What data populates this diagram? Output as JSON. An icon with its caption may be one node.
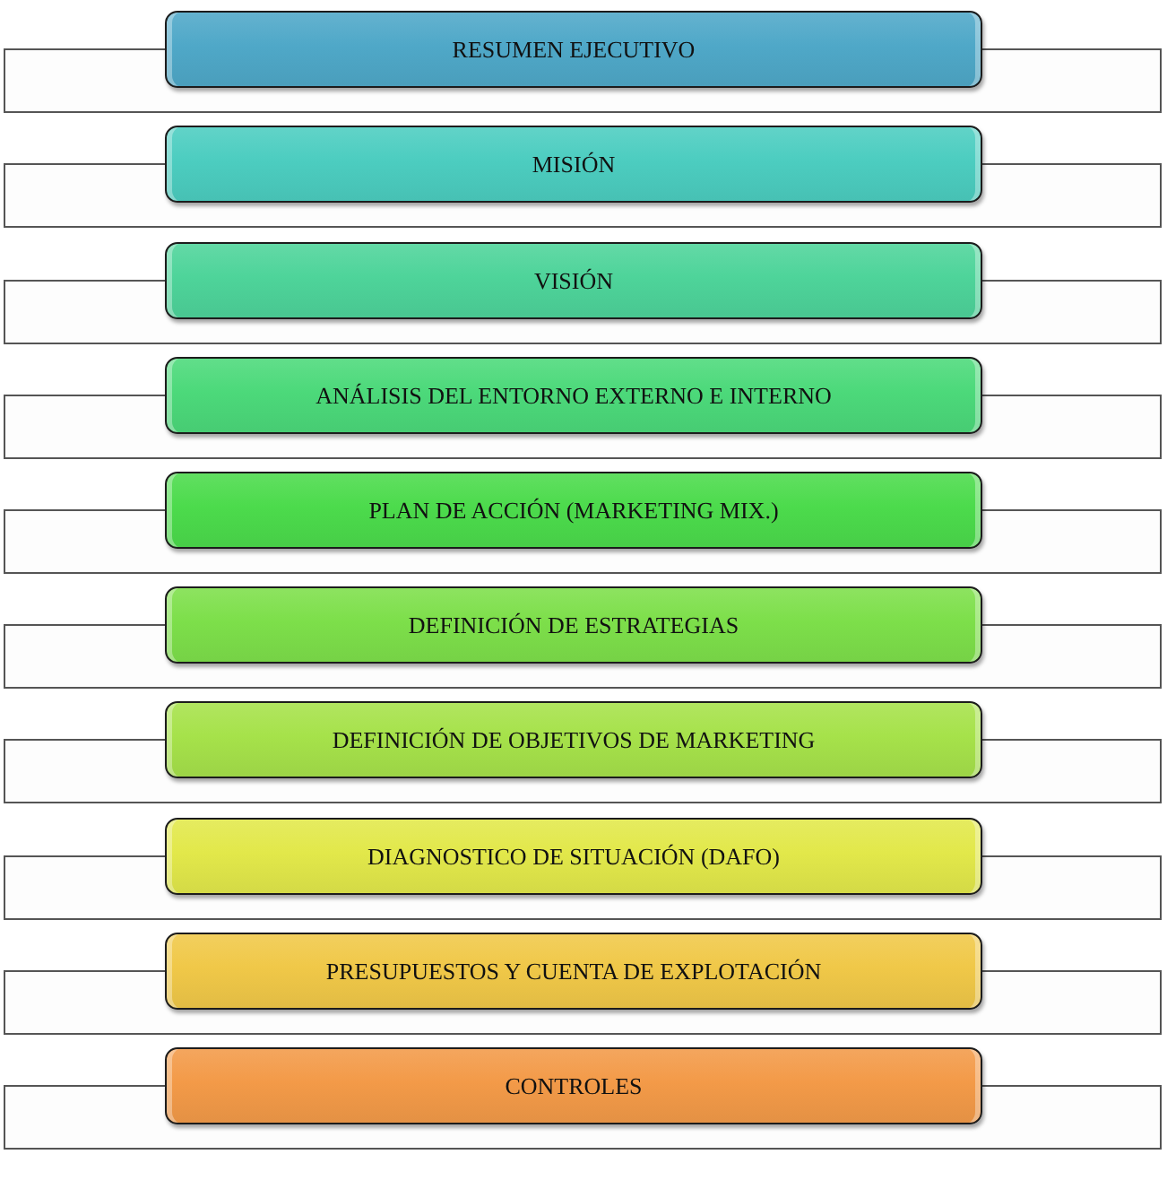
{
  "diagram": {
    "nodes": [
      {
        "text": [
          "RESUMEN EJECUTIVO"
        ]
      },
      {
        "text": [
          "MISIÓN"
        ]
      },
      {
        "text": [
          "VISIÓN"
        ]
      },
      {
        "text": [
          "ANÁLISIS DEL ENTORNO EXTERNO E INTERNO"
        ]
      },
      {
        "text": [
          "PLAN DE ACCIÓN (MARKETING MIX.)"
        ]
      },
      {
        "text": [
          "DEFINICIÓN DE ESTRATEGIAS"
        ]
      },
      {
        "text": [
          "DEFINICIÓN DE OBJETIVOS DE MARKETING"
        ]
      },
      {
        "text": [
          "DIAGNOSTICO DE SITUACIÓN (DAFO)"
        ]
      },
      {
        "text": [
          "PRESUPUESTOS Y CUENTA DE EXPLOTACIÓN"
        ]
      },
      {
        "text": [
          "CONTROLES"
        ]
      }
    ]
  }
}
